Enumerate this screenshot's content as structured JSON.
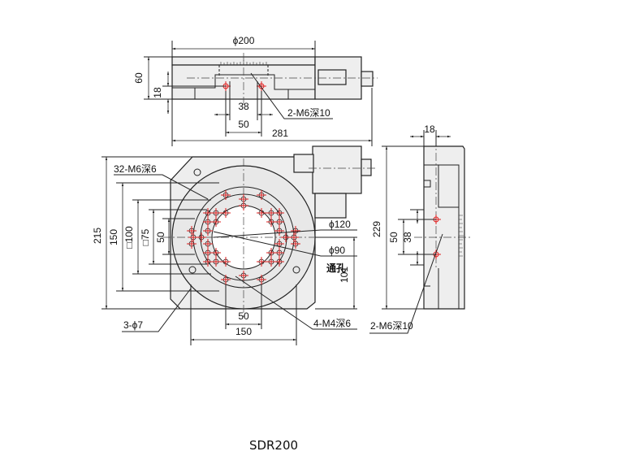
{
  "title": "SDR200",
  "front_view": {
    "dia_200": "ϕ200",
    "height_60": "60",
    "height_18": "18",
    "width_38": "38",
    "width_50": "50",
    "length_281": "281",
    "tapped_holes": "2-M6深10"
  },
  "plan_view": {
    "tapped_holes_32": "32-M6深6",
    "dia_120": "ϕ120",
    "dia_90": "ϕ90",
    "through_hole": "通孔",
    "height_101": "101",
    "height_215": "215",
    "height_150": "150",
    "square_100": "□100",
    "square_75": "□75",
    "height_50": "50",
    "width_50": "50",
    "width_150": "150",
    "mount_holes": "3-ϕ7",
    "tapped_holes_4": "4-M4深6",
    "side_tapped_holes": "2-M6深10"
  },
  "side_view": {
    "width_18": "18",
    "height_229": "229",
    "height_50": "50",
    "height_38": "38"
  },
  "colors": {
    "hole": "#e02020",
    "line": "#222222",
    "fill": "#eeeeee"
  }
}
